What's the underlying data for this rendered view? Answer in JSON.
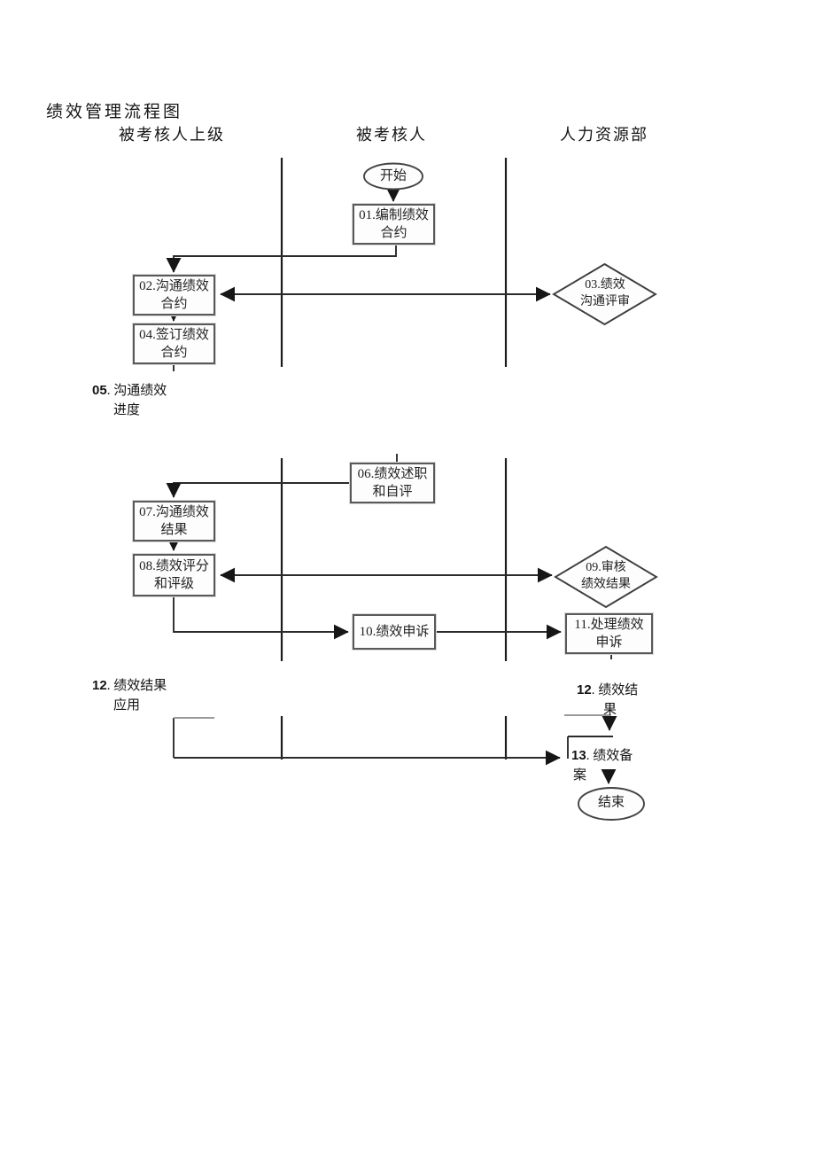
{
  "page": {
    "title": "绩效管理流程图"
  },
  "lanes": {
    "supervisor": "被考核人上级",
    "appraisee": "被考核人",
    "hr": "人力资源部"
  },
  "nodes": {
    "start": "开始",
    "box01": "01.编制绩效\n合约",
    "box02": "02.沟通绩效\n合约",
    "diamond03": "03.绩效\n沟通评审",
    "box04": "04.签订绩效\n合约",
    "box06": "06.绩效述职\n和自评",
    "box07": "07.沟通绩效\n结果",
    "box08": "08.绩效评分\n和评级",
    "diamond09": "09.审核\n绩效结果",
    "box10": "10.绩效申诉",
    "box11": "11.处理绩效\n申诉",
    "end": "结束"
  },
  "annotations": {
    "a05": {
      "num": "05",
      "rest": ". 沟通绩效",
      "line2": "进度"
    },
    "a12l": {
      "num": "12",
      "rest": ". 绩效结果",
      "line2": "应用"
    },
    "a12r": {
      "num": "12",
      "rest": ". 绩效结",
      "line2": "果"
    },
    "a13": {
      "num": "13",
      "rest": ". 绩效备",
      "line2": "案"
    }
  },
  "colors": {
    "ink": "#1a1a1a",
    "box_border": "#595959",
    "shape_fill": "#fdfdfd"
  }
}
